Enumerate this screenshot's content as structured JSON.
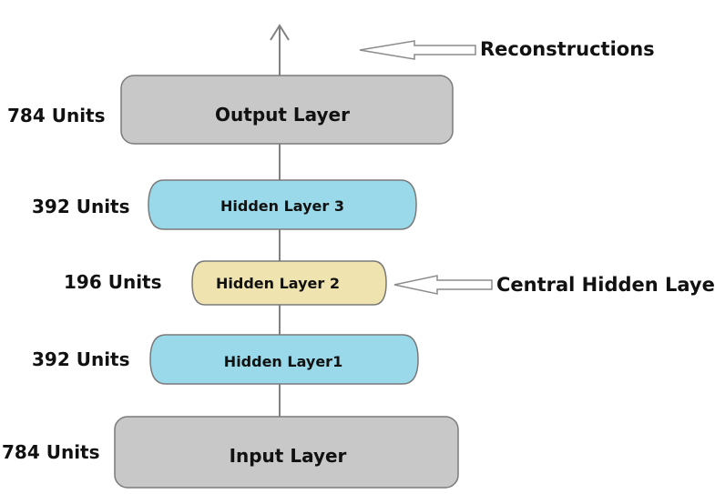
{
  "colors": {
    "grey_layer": "#c8c8c8",
    "blue_layer": "#99d9ea",
    "yellow_layer": "#efe4b0",
    "border": "#7a7a7a",
    "line": "#808080",
    "text": "#111111"
  },
  "layers": {
    "output": {
      "label": "Output Layer",
      "units": "784 Units"
    },
    "hidden3": {
      "label": "Hidden Layer 3",
      "units": "392 Units"
    },
    "hidden2": {
      "label": "Hidden Layer 2",
      "units": "196 Units"
    },
    "hidden1": {
      "label": "Hidden Layer1",
      "units": "392 Units"
    },
    "input": {
      "label": "Input Layer",
      "units": "784 Units"
    }
  },
  "callouts": {
    "reconstructions": "Reconstructions",
    "central_hidden_layer": "Central Hidden Layer"
  }
}
